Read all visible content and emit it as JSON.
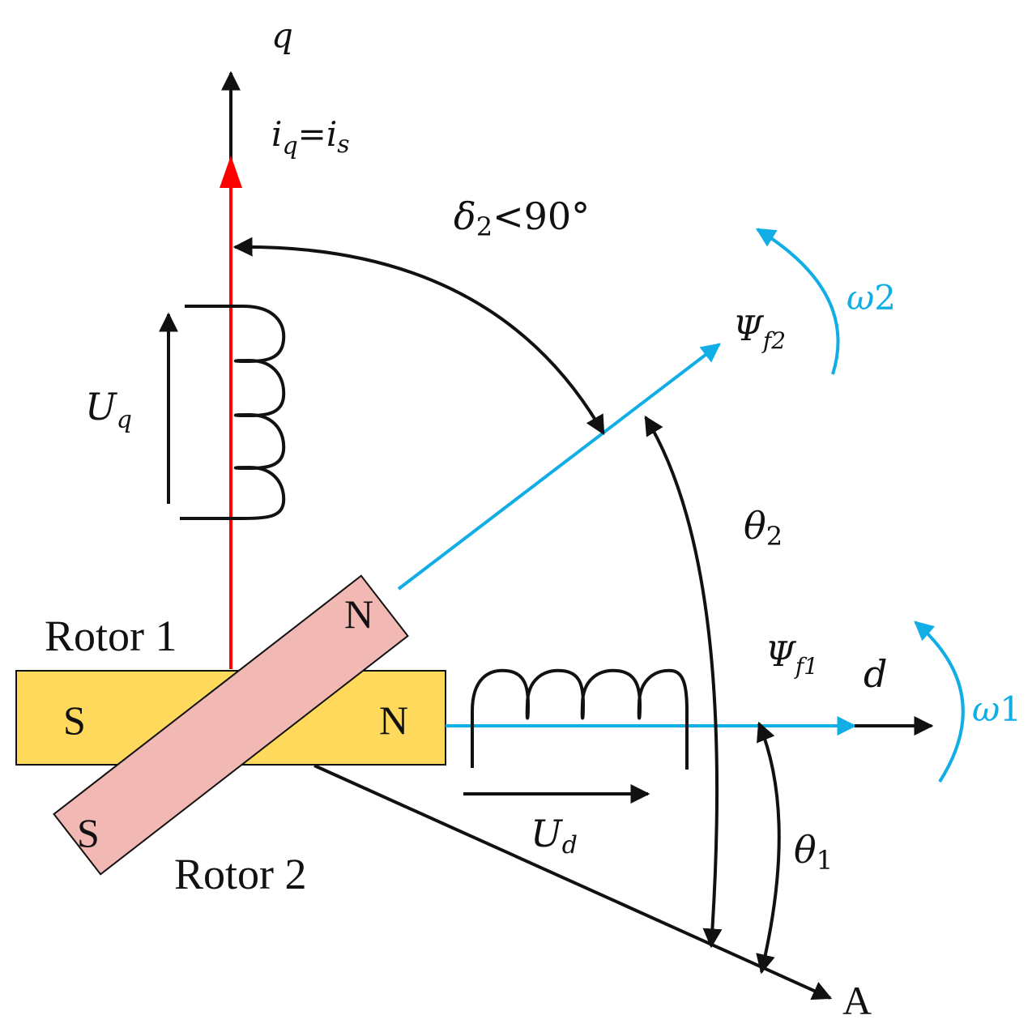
{
  "colors": {
    "axis_black": "#111111",
    "q_axis_red": "#ff0000",
    "flux_blue": "#11aee6",
    "rotor1_fill": "#ffd95c",
    "rotor2_fill": "#f2b8b4"
  },
  "labels": {
    "q_axis": "q",
    "current_main": "i",
    "current_q_sub": "q",
    "current_eq": "=",
    "current_s_sub": "s",
    "delta_main": "δ",
    "delta_sub": "2",
    "delta_rel": "<90°",
    "psi2_main": "Ψ",
    "psi2_sub": "f2",
    "omega2_main": "ω",
    "omega2_sub": "2",
    "uq_main": "U",
    "uq_sub": "q",
    "theta2_main": "θ",
    "theta2_sub": "2",
    "rotor1": "Rotor 1",
    "rotor2": "Rotor 2",
    "psi1_main": "Ψ",
    "psi1_sub": "f1",
    "d_axis": "d",
    "omega1_main": "ω",
    "omega1_sub": "1",
    "rotor1_south": "S",
    "rotor1_north": "N",
    "rotor2_north": "N",
    "rotor2_south": "S",
    "ud_main": "U",
    "ud_sub": "d",
    "theta1_main": "θ",
    "theta1_sub": "1",
    "a_axis": "A"
  }
}
